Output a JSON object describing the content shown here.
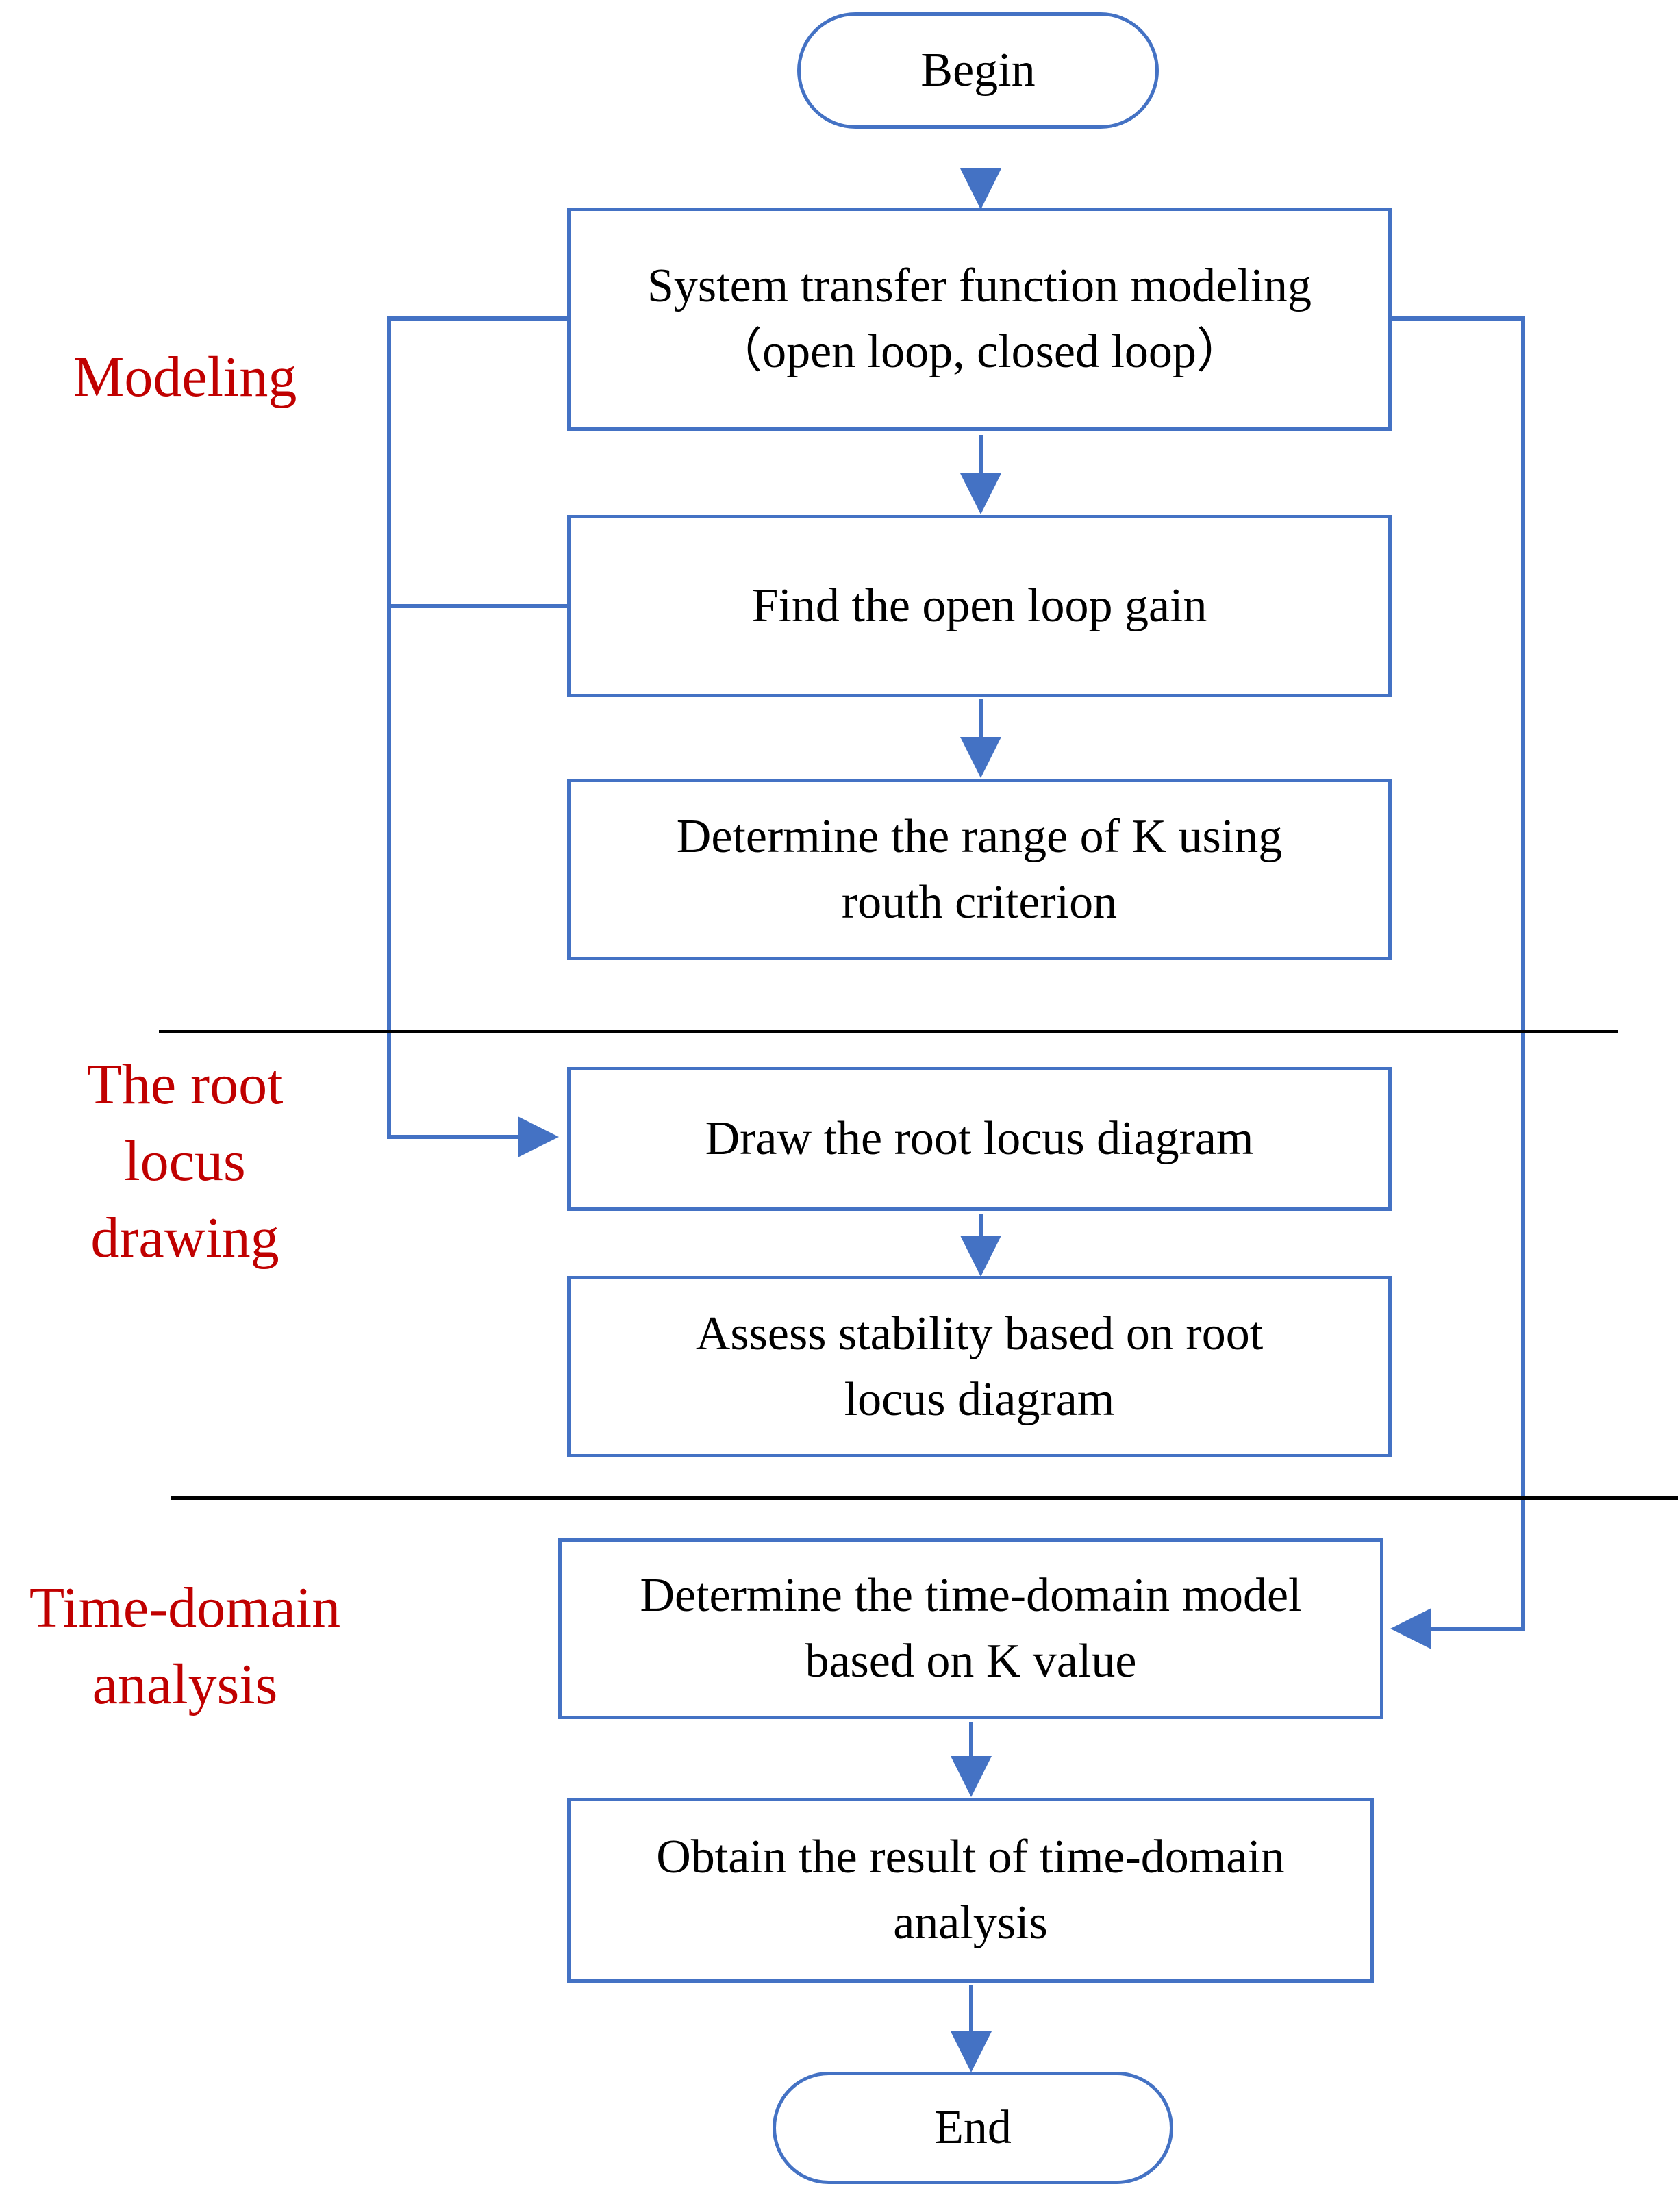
{
  "colors": {
    "box_border": "#4472C4",
    "arrow": "#4472C4",
    "section_label": "#C00000",
    "divider": "#000000",
    "text": "#000000"
  },
  "sections": [
    {
      "id": "modeling",
      "label": "Modeling"
    },
    {
      "id": "root-locus",
      "label": "The root\nlocus\ndrawing"
    },
    {
      "id": "time-domain",
      "label": "Time-domain\nanalysis"
    }
  ],
  "nodes": [
    {
      "id": "begin",
      "shape": "terminal",
      "text": "Begin"
    },
    {
      "id": "modeling-step",
      "shape": "process",
      "text": "System transfer function modeling\n（open loop, closed loop）"
    },
    {
      "id": "open-loop-gain",
      "shape": "process",
      "text": "Find the open loop gain"
    },
    {
      "id": "k-range",
      "shape": "process",
      "text": "Determine the range of K using\nrouth criterion"
    },
    {
      "id": "draw-root-locus",
      "shape": "process",
      "text": "Draw the root locus diagram"
    },
    {
      "id": "assess-stability",
      "shape": "process",
      "text": "Assess stability based on root\nlocus diagram"
    },
    {
      "id": "time-domain-model",
      "shape": "process",
      "text": "Determine the time-domain model\nbased on K value"
    },
    {
      "id": "time-domain-result",
      "shape": "process",
      "text": "Obtain the result of time-domain\nanalysis"
    },
    {
      "id": "end",
      "shape": "terminal",
      "text": "End"
    }
  ],
  "edges": [
    {
      "from": "begin",
      "to": "modeling-step"
    },
    {
      "from": "modeling-step",
      "to": "open-loop-gain"
    },
    {
      "from": "open-loop-gain",
      "to": "k-range"
    },
    {
      "from": "modeling-step",
      "to": "draw-root-locus"
    },
    {
      "from": "open-loop-gain",
      "to": "draw-root-locus"
    },
    {
      "from": "draw-root-locus",
      "to": "assess-stability"
    },
    {
      "from": "modeling-step",
      "to": "time-domain-model"
    },
    {
      "from": "time-domain-model",
      "to": "time-domain-result"
    },
    {
      "from": "time-domain-result",
      "to": "end"
    }
  ]
}
